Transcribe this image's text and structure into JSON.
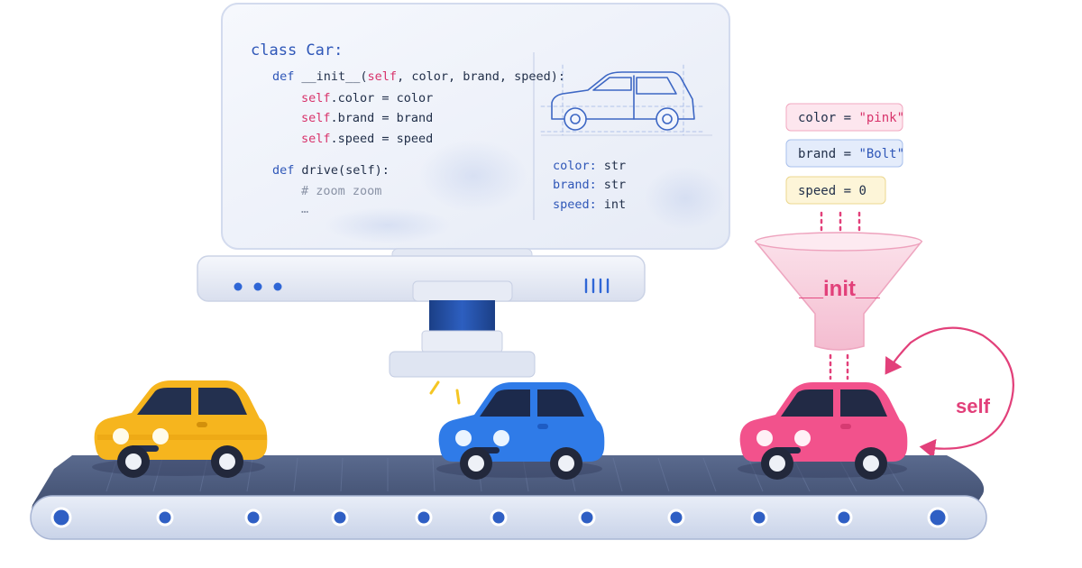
{
  "code": {
    "class_line": "class Car:",
    "init_def": {
      "kw": "def",
      "name": "__init__(",
      "self": "self",
      "params": ", color, brand, speed):"
    },
    "init_body": [
      {
        "self": "self",
        "rest": ".color = color"
      },
      {
        "self": "self",
        "rest": ".brand = brand"
      },
      {
        "self": "self",
        "rest": ".speed = speed"
      }
    ],
    "drive_def": {
      "kw": "def",
      "rest": "drive(self):"
    },
    "comment": "# zoom zoom",
    "ellipsis": "…"
  },
  "attributes": [
    {
      "name": "color:",
      "type": "str"
    },
    {
      "name": "brand:",
      "type": "str"
    },
    {
      "name": "speed:",
      "type": "int"
    }
  ],
  "chips": [
    {
      "key": "color = ",
      "value": "\"pink\"",
      "bg": "#fde6ee",
      "border": "#f2a8c0",
      "value_color": "#d8336b"
    },
    {
      "key": "brand = ",
      "value": "\"Bolt\"",
      "bg": "#e4ecfb",
      "border": "#a9c0ec",
      "value_color": "#2f57b8"
    },
    {
      "key": "speed = ",
      "value": "0",
      "bg": "#fdf5d8",
      "border": "#ecd78f",
      "value_color": "#22304a"
    }
  ],
  "funnel_label": "__init__",
  "self_label": "self",
  "colors": {
    "yellow_car": "#f6b51e",
    "blue_car": "#2f7be8",
    "pink_car": "#f2528c",
    "belt": "#3f4f73",
    "funnel": "#f7c9da",
    "accent_pink": "#e2407a",
    "accent_blue": "#2f57b8"
  },
  "icons": [
    "car-blueprint-icon",
    "menu-dots-icon",
    "vent-lines-icon",
    "loop-arrow-icon",
    "funnel-icon"
  ]
}
